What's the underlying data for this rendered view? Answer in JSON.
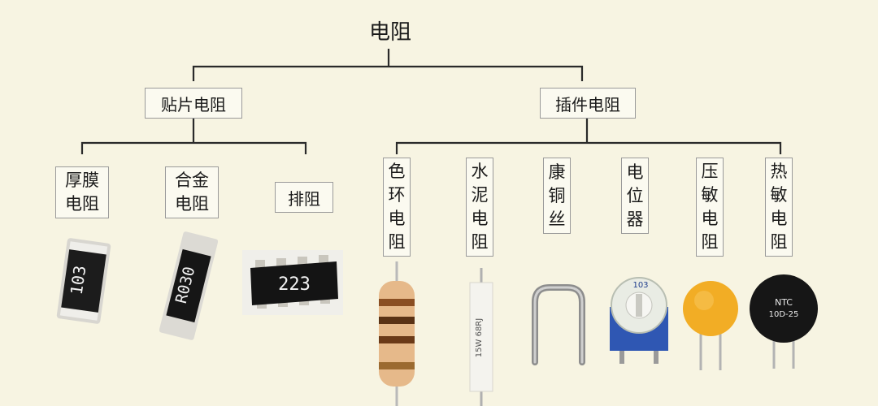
{
  "root": "电阻",
  "groups": {
    "smd": "贴片电阻",
    "tht": "插件电阻"
  },
  "leaves": {
    "thick_film": [
      "厚膜",
      "电阻"
    ],
    "alloy": [
      "合金",
      "电阻"
    ],
    "array": "排阻",
    "color_ring": [
      "色",
      "环",
      "电",
      "阻"
    ],
    "cement": [
      "水",
      "泥",
      "电",
      "阻"
    ],
    "constantan": [
      "康",
      "铜",
      "丝"
    ],
    "potentiometer": [
      "电",
      "位",
      "器"
    ],
    "varistor": [
      "压",
      "敏",
      "电",
      "阻"
    ],
    "thermistor": [
      "热",
      "敏",
      "电",
      "阻"
    ]
  },
  "markings": {
    "thick_film_code": "103",
    "alloy_code": "R030",
    "array_code": "223",
    "cement_code": "15W 68RJ",
    "pot_code": "103",
    "ntc_line1": "NTC",
    "ntc_line2": "10D-25"
  },
  "colors": {
    "background": "#f7f4e2",
    "line": "#2a2a2a",
    "box_border": "#9a9a9a"
  }
}
